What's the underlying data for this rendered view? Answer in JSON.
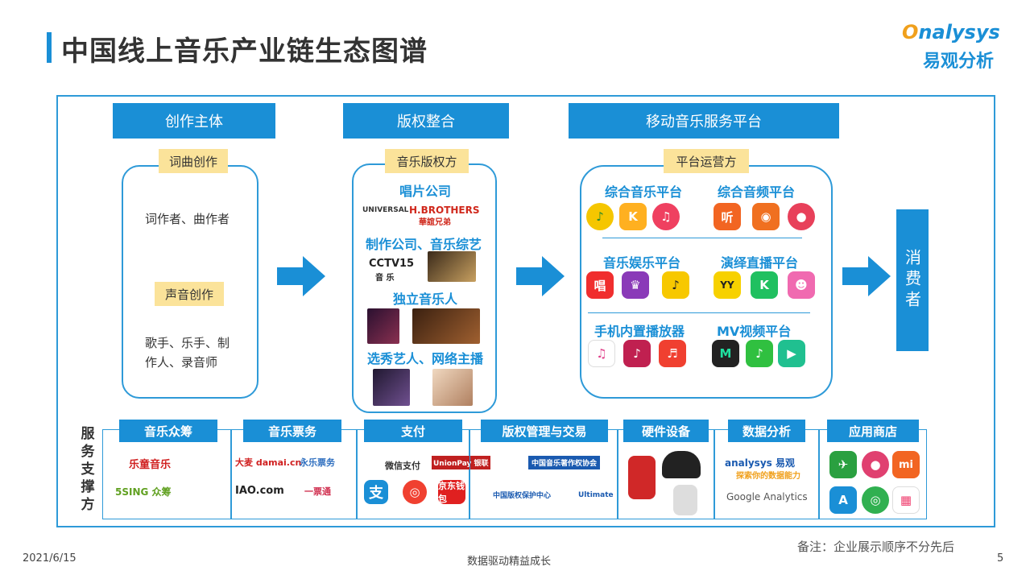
{
  "title": "中国线上音乐产业链生态图谱",
  "logo": {
    "en_o": "O",
    "en_rest": "nalysys",
    "cn": "易观分析"
  },
  "columns": {
    "creation": {
      "header": "创作主体",
      "lyrics_tag": "词曲创作",
      "lyrics_text": "词作者、曲作者",
      "voice_tag": "声音创作",
      "voice_text_1": "歌手、乐手、制",
      "voice_text_2": "作人、录音师"
    },
    "copyright": {
      "header": "版权整合",
      "tag": "音乐版权方",
      "records": "唱片公司",
      "production": "制作公司、音乐综艺",
      "indie": "独立音乐人",
      "talent": "选秀艺人、网络主播",
      "logo_universal": "UNIVERSAL",
      "logo_hbrothers": "H.BROTHERS",
      "logo_hbrothers_cn": "華誼兄弟",
      "logo_cctv": "CCTV15",
      "logo_cctv_cn": "音 乐"
    },
    "mobile": {
      "header": "移动音乐服务平台",
      "tag": "平台运营方",
      "comprehensive_music": "综合音乐平台",
      "comprehensive_audio": "综合音频平台",
      "music_entertainment": "音乐娱乐平台",
      "live": "演绎直播平台",
      "preinstalled": "手机内置播放器",
      "mv": "MV视频平台",
      "icon_ting": "听",
      "icon_chang": "唱",
      "icon_yy": "YY"
    }
  },
  "consumer": "消费者",
  "services": {
    "label": "服务支撑方",
    "items": [
      {
        "title": "音乐众筹",
        "logos": [
          "乐童音乐",
          "5SING 众筹"
        ]
      },
      {
        "title": "音乐票务",
        "logos": [
          "大麦 damai.cn",
          "永乐票务",
          "IAO.com",
          "一票通"
        ]
      },
      {
        "title": "支付",
        "logos": [
          "微信支付",
          "UnionPay 银联",
          "支",
          "京东钱包"
        ]
      },
      {
        "title": "版权管理与交易",
        "logos": [
          "中国音乐著作权协会",
          "中国版权保护中心",
          "Ultimate"
        ]
      },
      {
        "title": "硬件设备",
        "logos": []
      },
      {
        "title": "数据分析",
        "logos": [
          "analysys 易观",
          "探索你的数据能力",
          "Google Analytics"
        ]
      },
      {
        "title": "应用商店",
        "logos": [
          "mi"
        ]
      }
    ]
  },
  "footer": {
    "date": "2021/6/15",
    "slogan": "数据驱动精益成长",
    "page": "5",
    "note": "备注：企业展示顺序不分先后"
  },
  "colors": {
    "accent": "#1a8fd6",
    "tag": "#fbe39a",
    "orange": "#f0a01c"
  }
}
